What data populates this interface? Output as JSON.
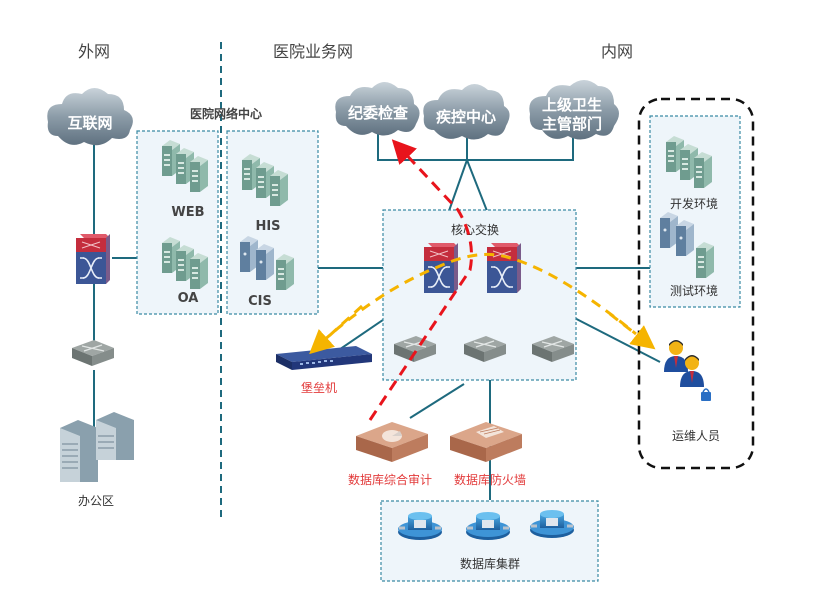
{
  "zones": {
    "external": "外网",
    "hospital_business": "医院业务网",
    "internal": "内网"
  },
  "datacenter_title": "医院网络中心",
  "clouds": {
    "internet": "互联网",
    "discipline": "纪委检查",
    "cdc": "疾控中心",
    "health_dept_line1": "上级卫生",
    "health_dept_line2": "主管部门"
  },
  "servers": {
    "web": "WEB",
    "oa": "OA",
    "his": "HIS",
    "cis": "CIS",
    "dev_env": "开发环境",
    "test_env": "测试环境"
  },
  "core_switch_label": "核心交换",
  "devices": {
    "bastion": "堡垒机",
    "db_audit": "数据库综合审计",
    "db_firewall": "数据库防火墙"
  },
  "db_cluster_label": "数据库集群",
  "office_label": "办公区",
  "ops_label": "运维人员",
  "colors": {
    "link": "#1e6a7e",
    "red_path": "#e8141c",
    "yellow_path": "#f5b400",
    "zone_box": "#3a8aa3",
    "security_label": "#e23a3a"
  }
}
